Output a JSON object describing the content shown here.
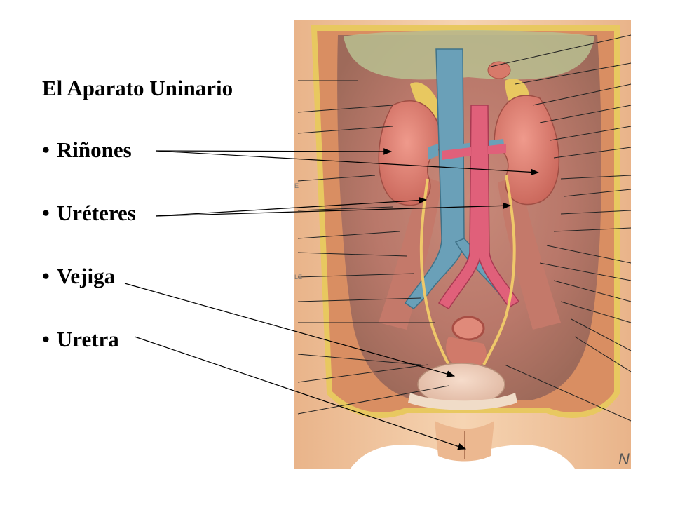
{
  "slide": {
    "title": "El Aparato Uninario",
    "bullet_char": "•",
    "bullets": [
      "Riñones",
      "Uréteres",
      "Vejiga",
      "Uretra"
    ]
  },
  "illustration": {
    "edge_label_e": "E",
    "edge_label_le": "LE",
    "signature": "N",
    "colors": {
      "skin": "#f2c9a0",
      "muscle": "#c98470",
      "kidney": "#d9766a",
      "aorta": "#e0607a",
      "vena_cava": "#6aa0b8",
      "fat": "#e8c860",
      "background": "#ffffff"
    }
  }
}
